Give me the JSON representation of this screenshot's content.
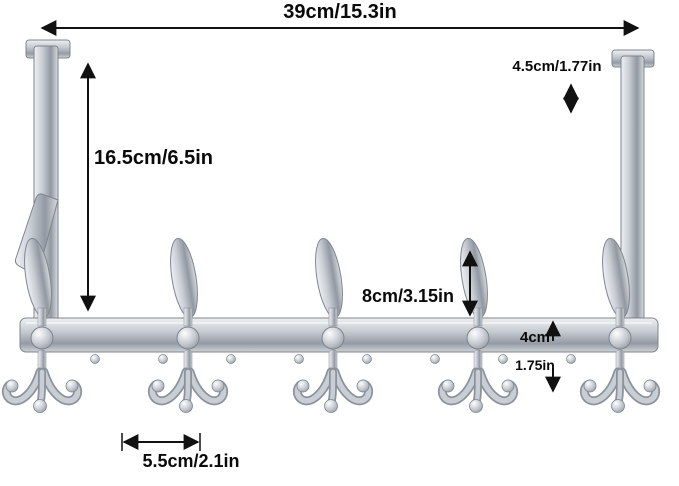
{
  "diagram": {
    "product": "over-door-hook-rack",
    "labels": {
      "total_width": "39cm/15.3in",
      "bracket_depth": "4.5cm/1.77in",
      "bracket_height": "16.5cm/6.5in",
      "hook_height": "8cm/3.15in",
      "rail_height_cm": "4cm",
      "rail_height_in": "1.75in",
      "hook_spacing": "5.5cm/2.1in"
    },
    "colors": {
      "background": "#ffffff",
      "metal_light": "#f2f3f5",
      "metal_mid": "#c6cbd1",
      "metal_dark": "#8c929b",
      "annotation": "#111111"
    }
  }
}
